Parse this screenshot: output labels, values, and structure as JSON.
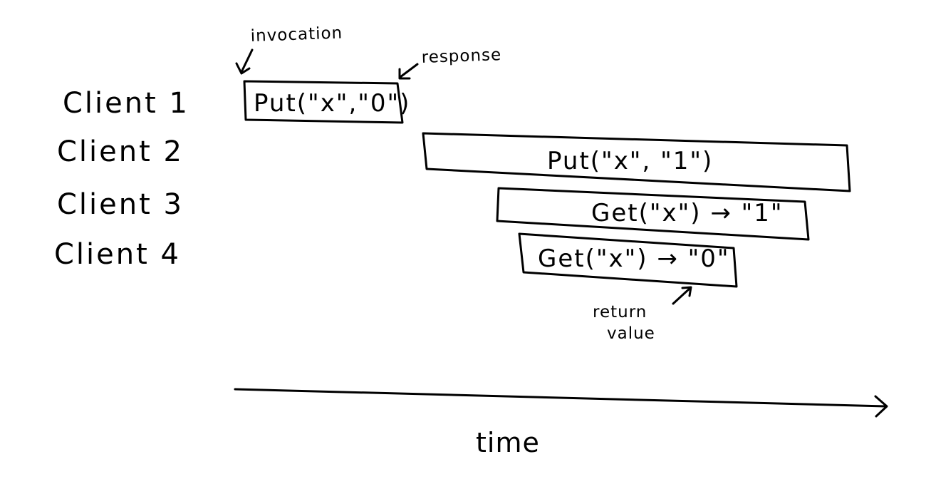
{
  "clients": [
    {
      "label": "Client 1"
    },
    {
      "label": "Client 2"
    },
    {
      "label": "Client 3"
    },
    {
      "label": "Client 4"
    }
  ],
  "operations": [
    {
      "client": "Client 1",
      "label": "Put(\"x\",\"0\")"
    },
    {
      "client": "Client 2",
      "label": "Put(\"x\", \"1\")"
    },
    {
      "client": "Client 3",
      "label": "Get(\"x\") → \"1\""
    },
    {
      "client": "Client 4",
      "label": "Get(\"x\") → \"0\""
    }
  ],
  "annotations": {
    "invocation": "invocation",
    "response": "response",
    "return_value_line1": "return",
    "return_value_line2": "value"
  },
  "axis": {
    "label": "time"
  }
}
